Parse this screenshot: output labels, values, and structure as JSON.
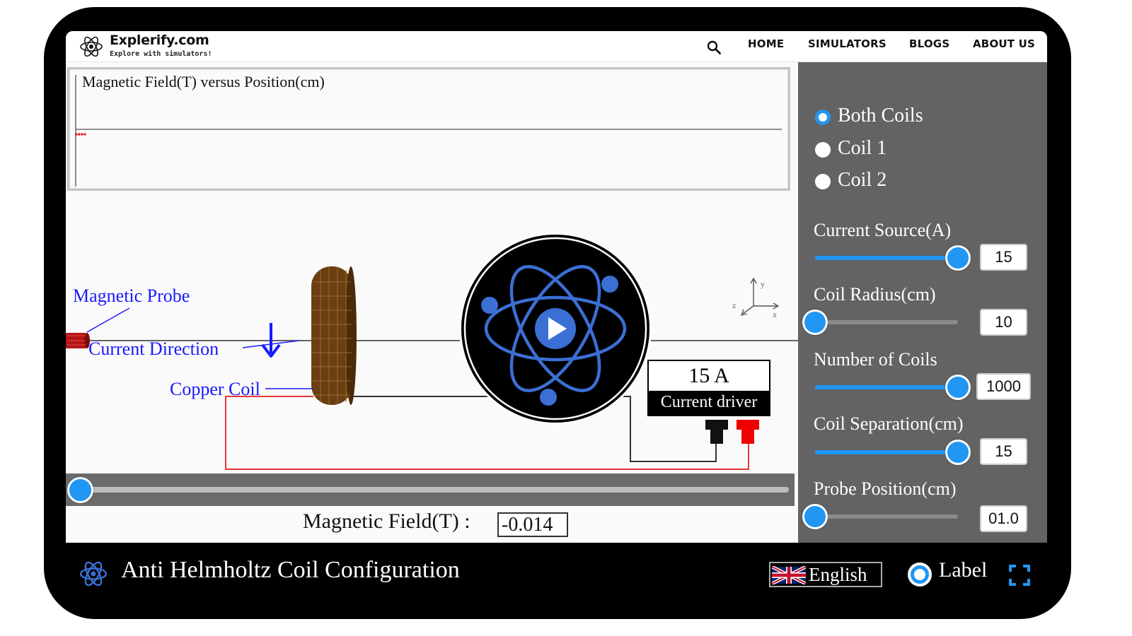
{
  "site": {
    "brand": "Explerify.com",
    "tagline": "Explore with simulators!"
  },
  "nav": {
    "search_icon": "search-icon",
    "links": [
      "HOME",
      "SIMULATORS",
      "BLOGS",
      "ABOUT US"
    ]
  },
  "graph": {
    "title": "Magnetic Field(T) versus Position(cm)"
  },
  "scene": {
    "labels": {
      "probe": "Magnetic Probe",
      "current_direction": "Current Direction",
      "copper_coil": "Copper Coil"
    },
    "axes": {
      "y": "y",
      "x": "x",
      "z": "z"
    },
    "driver": {
      "value": "15 A",
      "label": "Current driver"
    },
    "colors": {
      "label_blue": "#1a1aff",
      "wire_red": "#e53935",
      "coil_brown": "#6b3f12",
      "accent": "#2196f3"
    }
  },
  "probe_slider": {
    "level": 0.0
  },
  "readout": {
    "label": "Magnetic Field(T) :",
    "value": "-0.014"
  },
  "controls": {
    "modes": [
      {
        "label": "Both Coils",
        "selected": true
      },
      {
        "label": "Coil 1",
        "selected": false
      },
      {
        "label": "Coil 2",
        "selected": false
      }
    ],
    "sliders": [
      {
        "label": "Current Source(A)",
        "value": "15",
        "level": 1.0
      },
      {
        "label": "Coil Radius(cm)",
        "value": "10",
        "level": 0.0
      },
      {
        "label": "Number of Coils",
        "value": "1000",
        "level": 1.0
      },
      {
        "label": "Coil Separation(cm)",
        "value": "15",
        "level": 1.0
      },
      {
        "label": "Probe Position(cm)",
        "value": "01.0",
        "level": 0.0
      }
    ]
  },
  "footer": {
    "title": "Anti Helmholtz Coil Configuration",
    "language": "English",
    "label_toggle": "Label",
    "fullscreen_icon": "fullscreen-icon"
  }
}
